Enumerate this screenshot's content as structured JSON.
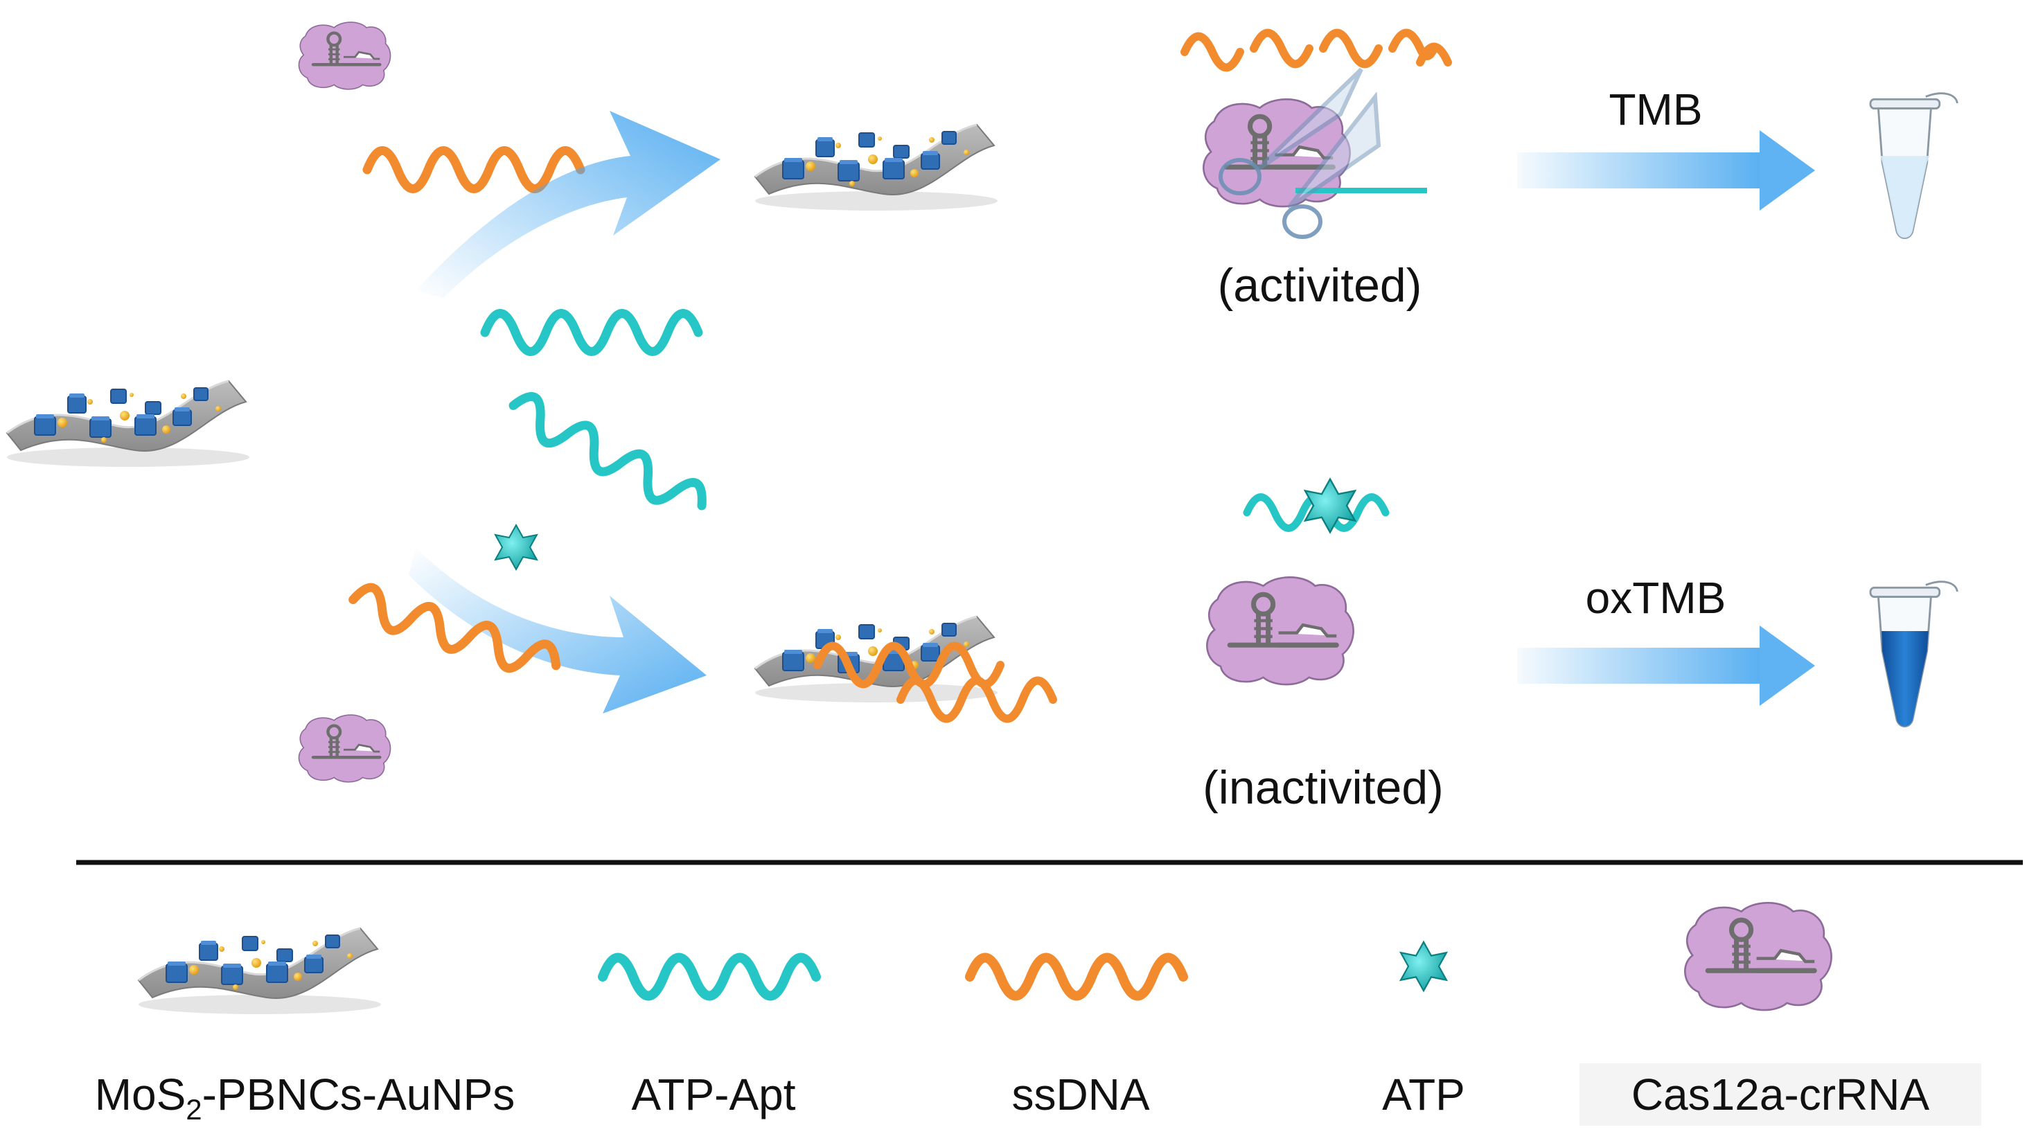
{
  "labels": {
    "activated": "(activited)",
    "inactivated": "(inactivited)",
    "tmb": "TMB",
    "oxtmb": "oxTMB"
  },
  "legend": {
    "mos2_prefix": "MoS",
    "mos2_subscript": "2",
    "mos2_suffix": "-PBNCs-AuNPs",
    "atp_apt": "ATP-Apt",
    "ssdna": "ssDNA",
    "atp": "ATP",
    "cas12a": "Cas12a-crRNA"
  },
  "colors": {
    "ssdna": "#F28A2E",
    "aptamer": "#26C6C6",
    "protein": "#CFA3D6",
    "protein_edge": "#8E6C99",
    "sheet": "#A8A8A8",
    "cube": "#2F6DB5",
    "gold": "#F0B429",
    "arrow": "#4DAAF0",
    "blue_solution": "#1F6FC1",
    "pale_solution": "#CFE6F7",
    "divider": "#111111"
  }
}
